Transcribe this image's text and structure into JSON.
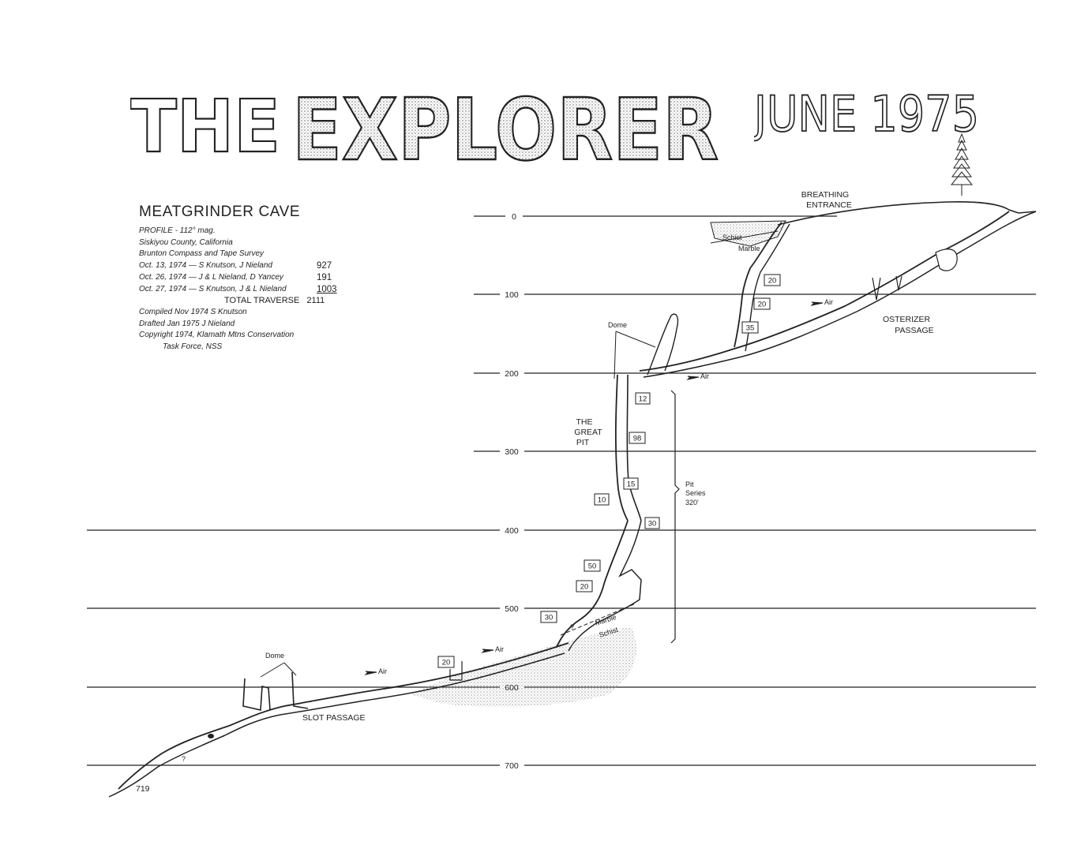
{
  "masthead": {
    "title": "THE EXPLORER",
    "date": "JUNE 1975"
  },
  "legend": {
    "cave_name": "MEATGRINDER CAVE",
    "profile": "PROFILE - 112° mag.",
    "county": "Siskiyou County, California",
    "survey": "Brunton Compass and Tape Survey",
    "trips": [
      {
        "text": "Oct. 13, 1974 — S Knutson, J Nieland",
        "distance": "927"
      },
      {
        "text": "Oct. 26, 1974 — J & L Nieland, D Yancey",
        "distance": "191"
      },
      {
        "text": "Oct. 27, 1974 — S Knutson, J & L Nieland",
        "distance": "1003"
      }
    ],
    "total_label": "TOTAL TRAVERSE",
    "total_value": "2111",
    "compiled": "Compiled Nov 1974 S Knutson",
    "drafted": "Drafted Jan 1975 J Nieland",
    "copyright_1": "Copyright 1974, Klamath Mtns Conservation",
    "copyright_2": "Task Force, NSS"
  },
  "depth_lines": [
    "0",
    "100",
    "200",
    "300",
    "400",
    "500",
    "600",
    "700"
  ],
  "labels": {
    "breathing_1": "BREATHING",
    "breathing_2": "ENTRANCE",
    "schist": "Schist",
    "marble": "Marble",
    "osterizer_1": "OSTERIZER",
    "osterizer_2": "PASSAGE",
    "dome_upper": "Dome",
    "dome_lower": "Dome",
    "great_pit_1": "THE",
    "great_pit_2": "GREAT",
    "great_pit_3": "PIT",
    "pit_series_1": "Pit",
    "pit_series_2": "Series",
    "pit_series_3": "320'",
    "air": "Air",
    "marble_lower": "Marble",
    "schist_lower": "Schist",
    "question": "?",
    "slot_passage": "SLOT PASSAGE",
    "bottom_depth": "719"
  },
  "drops": [
    "20",
    "20",
    "35",
    "12",
    "98",
    "15",
    "10",
    "30",
    "50",
    "20",
    "30",
    "20"
  ]
}
